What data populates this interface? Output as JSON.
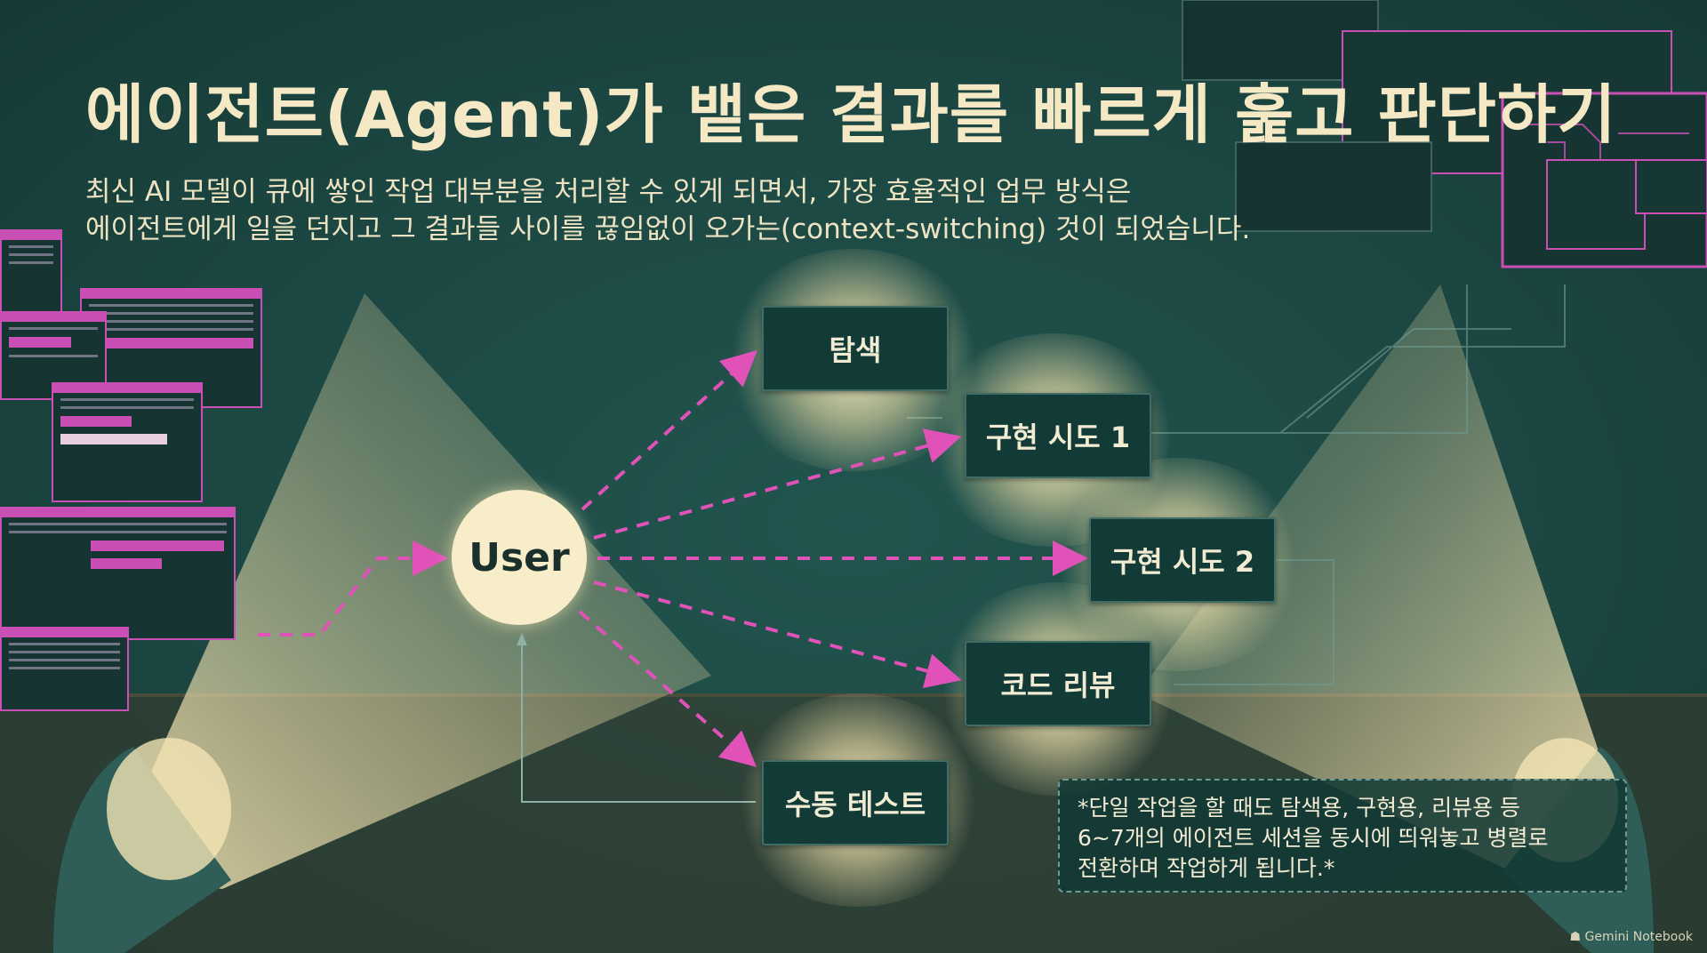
{
  "title": "에이전트(Agent)가 뱉은 결과를 빠르게 훑고 판단하기",
  "subtitle_lines": [
    "최신 AI 모델이 큐에 쌓인 작업 대부분을 처리할 수 있게 되면서, 가장 효율적인 업무 방식은",
    "에이전트에게 일을 던지고 그 결과들 사이를 끊임없이 오가는(context-switching) 것이 되었습니다."
  ],
  "user_label": "User",
  "nodes": [
    {
      "id": "explore",
      "label": "탐색"
    },
    {
      "id": "impl1",
      "label": "구현 시도 1"
    },
    {
      "id": "impl2",
      "label": "구현 시도 2"
    },
    {
      "id": "review",
      "label": "코드 리뷰"
    },
    {
      "id": "manual",
      "label": "수동 테스트"
    }
  ],
  "note_lines": [
    "*단일 작업을 할 때도 탐색용, 구현용, 리뷰용 등",
    "6~7개의 에이전트 세션을 동시에 띄워놓고 병렬로",
    "전환하며 작업하게 됩니다.*"
  ],
  "brand": "Gemini Notebook",
  "colors": {
    "background": "#1d4a45",
    "accent_pink": "#e052b8",
    "node_fill": "#123a36",
    "cream": "#f7edc8"
  }
}
